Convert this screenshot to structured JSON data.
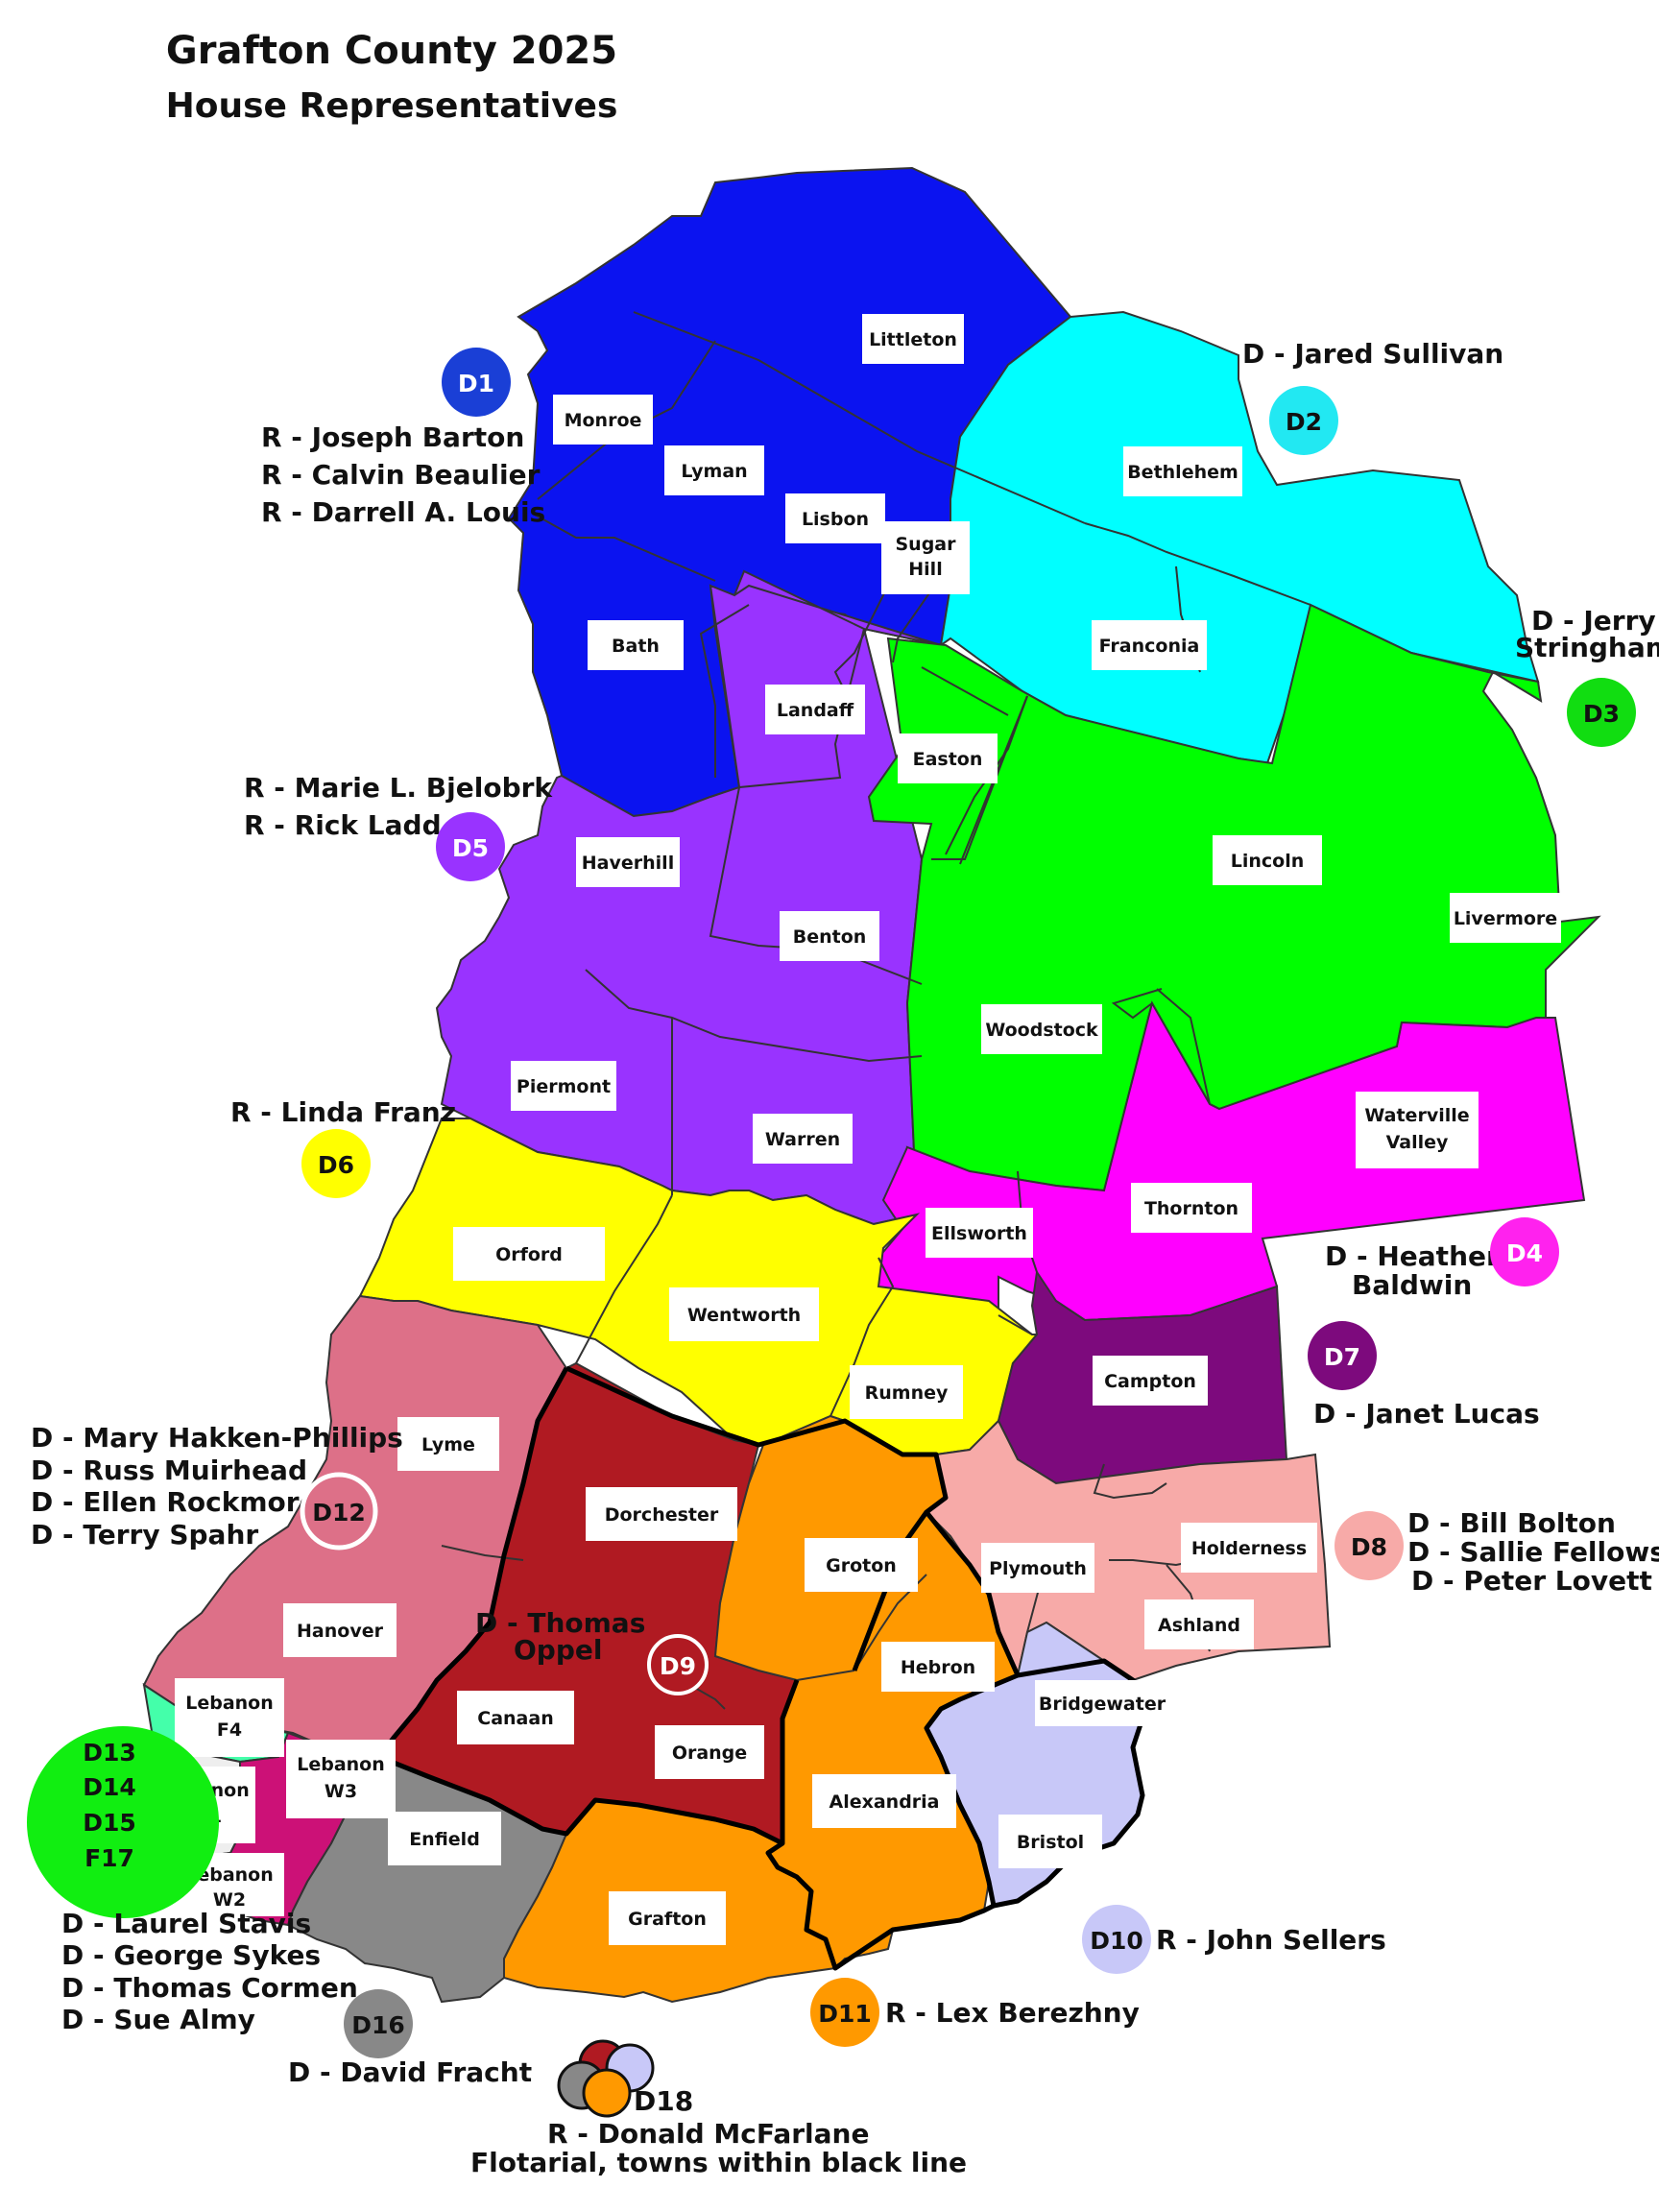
{
  "title": {
    "line1": "Grafton County 2025",
    "line2": "House Representatives"
  },
  "towns": {
    "littleton": "Littleton",
    "monroe": "Monroe",
    "lyman": "Lyman",
    "lisbon": "Lisbon",
    "sugar_hill_1": "Sugar",
    "sugar_hill_2": "Hill",
    "bethlehem": "Bethlehem",
    "bath": "Bath",
    "franconia": "Franconia",
    "landaff": "Landaff",
    "easton": "Easton",
    "haverhill": "Haverhill",
    "benton": "Benton",
    "lincoln": "Lincoln",
    "livermore": "Livermore",
    "woodstock": "Woodstock",
    "piermont": "Piermont",
    "warren": "Warren",
    "waterville_1": "Waterville",
    "waterville_2": "Valley",
    "orford": "Orford",
    "ellsworth": "Ellsworth",
    "thornton": "Thornton",
    "wentworth": "Wentworth",
    "campton": "Campton",
    "rumney": "Rumney",
    "lyme": "Lyme",
    "dorchester": "Dorchester",
    "groton": "Groton",
    "plymouth": "Plymouth",
    "holderness": "Holderness",
    "ashland": "Ashland",
    "hanover": "Hanover",
    "hebron": "Hebron",
    "bridgewater": "Bridgewater",
    "canaan": "Canaan",
    "orange": "Orange",
    "lebanon_f4_1": "Lebanon",
    "lebanon_f4_2": "F4",
    "lebanon_w3_1": "Lebanon",
    "lebanon_w3_2": "W3",
    "lebanon_w1_1": "Lebanon",
    "lebanon_w1_2": "W1",
    "lebanon_w2_1": "Lebanon",
    "lebanon_w2_2": "W2",
    "enfield": "Enfield",
    "alexandria": "Alexandria",
    "bristol": "Bristol",
    "grafton": "Grafton"
  },
  "districts": {
    "d1": {
      "label": "D1",
      "color": "#1a3fd6",
      "reps": [
        "R - Joseph Barton",
        "R - Calvin Beaulier",
        "R - Darrell A. Louis"
      ]
    },
    "d2": {
      "label": "D2",
      "color": "#22e8f2",
      "reps": [
        "D - Jared Sullivan"
      ]
    },
    "d3": {
      "label": "D3",
      "color": "#11dd11",
      "reps": [
        "D - Jerry",
        "Stringham"
      ]
    },
    "d4": {
      "label": "D4",
      "color": "#ff22ee",
      "reps": [
        "D - Heather",
        "Baldwin"
      ]
    },
    "d5": {
      "label": "D5",
      "color": "#9933ff",
      "reps": [
        "R - Marie L. Bjelobrk",
        "R - Rick Ladd"
      ]
    },
    "d6": {
      "label": "D6",
      "color": "#ffff00",
      "reps": [
        "R - Linda Franz"
      ]
    },
    "d7": {
      "label": "D7",
      "color": "#7d0a7d",
      "reps": [
        "D - Janet Lucas"
      ]
    },
    "d8": {
      "label": "D8",
      "color": "#f7aaa8",
      "reps": [
        "D - Bill Bolton",
        "D - Sallie Fellows",
        "D - Peter Lovett"
      ]
    },
    "d9": {
      "label": "D9",
      "color": "#b01a22",
      "reps": [
        "D - Thomas",
        "Oppel"
      ]
    },
    "d10": {
      "label": "D10",
      "color": "#c8c8f8",
      "reps": [
        "R - John Sellers"
      ]
    },
    "d11": {
      "label": "D11",
      "color": "#ff9900",
      "reps": [
        "R - Lex Berezhny"
      ]
    },
    "d12": {
      "label": "D12",
      "color": "#dd7088",
      "reps": [
        "D - Mary Hakken-Phillips",
        "D - Russ Muirhead",
        "D - Ellen Rockmore",
        "D - Terry Spahr"
      ]
    },
    "d13_17": {
      "labels": [
        "D13",
        "D14",
        "D15",
        "F17"
      ],
      "color": "#11ee11",
      "reps": [
        "D - Laurel Stavis",
        "D - George Sykes",
        "D - Thomas Cormen",
        "D - Sue Almy"
      ]
    },
    "d16": {
      "label": "D16",
      "color": "#888888",
      "reps": [
        "D - David Fracht"
      ]
    },
    "d18": {
      "label": "D18",
      "reps": [
        "R - Donald McFarlane"
      ],
      "note": "Flotarial, towns within black line"
    }
  }
}
